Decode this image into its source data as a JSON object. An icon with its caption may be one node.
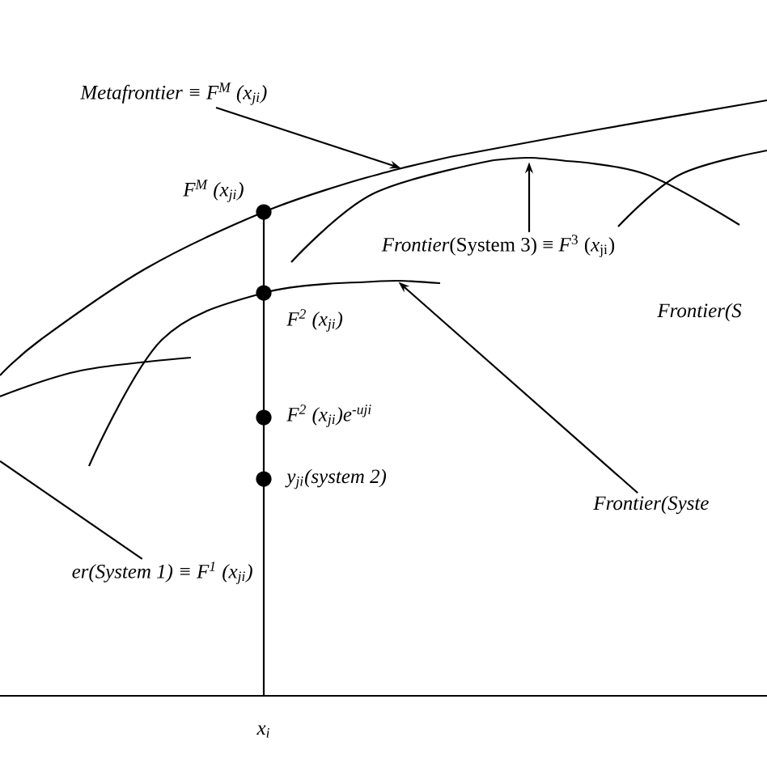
{
  "diagram": {
    "nodes": [
      {
        "text": [
          "Metafrontier ≡ F$^{M}$ (x$_{ji}$)"
        ]
      },
      {
        "text": [
          "*Frontier*(System 3) ≡ *F*$^{3}$ (*x*$_{ji}$)"
        ]
      },
      {
        "text": [
          "Frontier(Syste"
        ]
      },
      {
        "text": [
          "er(System 1) ≡ F$^{1}$ (x$_{ji}$)"
        ]
      },
      {
        "text": [],
        "shape": "curve"
      },
      {
        "text": [],
        "shape": "curve"
      },
      {
        "text": [],
        "shape": "curve"
      }
    ],
    "edges": [
      {
        "from": 0,
        "to": 4,
        "arrow": "to"
      },
      {
        "from": 1,
        "to": 5,
        "arrow": "to"
      },
      {
        "from": 2,
        "to": 6,
        "arrow": "to"
      },
      {
        "from": 3,
        "to": null,
        "arrow": "none"
      }
    ],
    "labels": [
      "F$^{M}$ (x$_{ji}$)",
      "Frontier(S",
      "F$^{2}$ (x$_{ji}$)",
      "F$^{2}$ (x$_{ji}$)e$^{-uji}$",
      "y$_{ji}$(system 2)",
      "x$_{i}$"
    ]
  }
}
